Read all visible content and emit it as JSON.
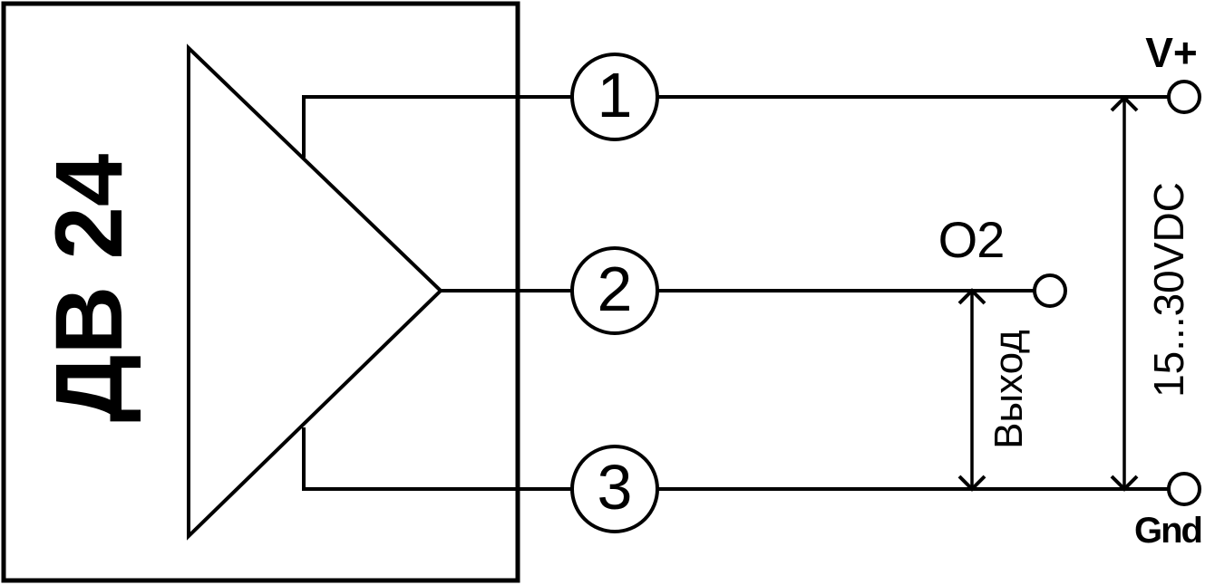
{
  "device": {
    "name_label": "ДВ 24"
  },
  "pins": [
    {
      "number": "1",
      "connects_to": "V+"
    },
    {
      "number": "2",
      "connects_to": "O2"
    },
    {
      "number": "3",
      "connects_to": "Gnd"
    }
  ],
  "terminals": {
    "supply_label": "V+",
    "output_label": "O2",
    "ground_label": "Gnd"
  },
  "dimensions": {
    "output_span_label": "Выход",
    "supply_range_label": "15...30VDC"
  },
  "colors": {
    "line": "#000000",
    "background": "#ffffff"
  }
}
